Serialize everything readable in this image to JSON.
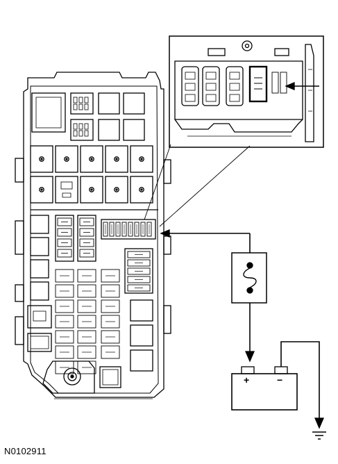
{
  "figure_id": "N0102911",
  "battery": {
    "positive_sign": "+",
    "negative_sign": "−"
  },
  "colors": {
    "line": "#000000",
    "background": "#ffffff"
  },
  "icons": [
    "fuse-symbol",
    "battery-symbol",
    "ground-symbol"
  ]
}
